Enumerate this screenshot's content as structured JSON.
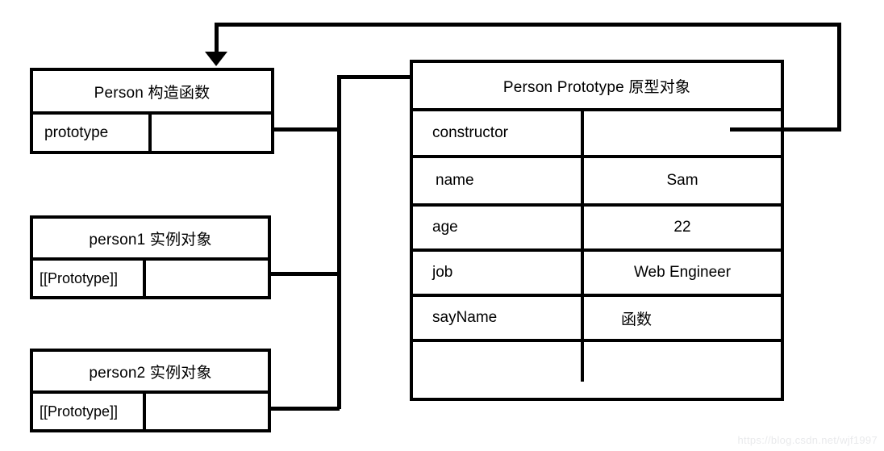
{
  "diagram": {
    "title": "JavaScript prototype chain diagram",
    "stroke_color": "#000000",
    "background_color": "#ffffff",
    "watermark": "https://blog.csdn.net/wjf1997"
  },
  "constructor_box": {
    "header": "Person 构造函数",
    "rows": [
      {
        "key": "prototype",
        "value": ""
      }
    ]
  },
  "prototype_box": {
    "header": "Person Prototype 原型对象",
    "rows": [
      {
        "key": "constructor",
        "value": ""
      },
      {
        "key": "name",
        "value": "Sam"
      },
      {
        "key": "age",
        "value": "22"
      },
      {
        "key": "job",
        "value": "Web Engineer"
      },
      {
        "key": "sayName",
        "value": "函数"
      },
      {
        "key": "",
        "value": ""
      }
    ]
  },
  "instance_boxes": [
    {
      "header": "person1 实例对象",
      "rows": [
        {
          "key": "[[Prototype]]",
          "value": ""
        }
      ]
    },
    {
      "header": "person2 实例对象",
      "rows": [
        {
          "key": "[[Prototype]]",
          "value": ""
        }
      ]
    }
  ],
  "connectors": [
    {
      "name": "prototype-to-prototype-object",
      "from": "Person.prototype",
      "to": "Person Prototype 原型对象",
      "arrowhead": "chevron-right"
    },
    {
      "name": "constructor-to-person",
      "from": "Prototype.constructor",
      "to": "Person 构造函数",
      "arrowhead": "solid-down"
    },
    {
      "name": "person1-proto-to-prototype-object",
      "from": "person1.[[Prototype]]",
      "to": "Person Prototype 原型对象",
      "arrowhead": "none"
    },
    {
      "name": "person2-proto-to-prototype-object",
      "from": "person2.[[Prototype]]",
      "to": "Person Prototype 原型对象",
      "arrowhead": "none"
    }
  ]
}
